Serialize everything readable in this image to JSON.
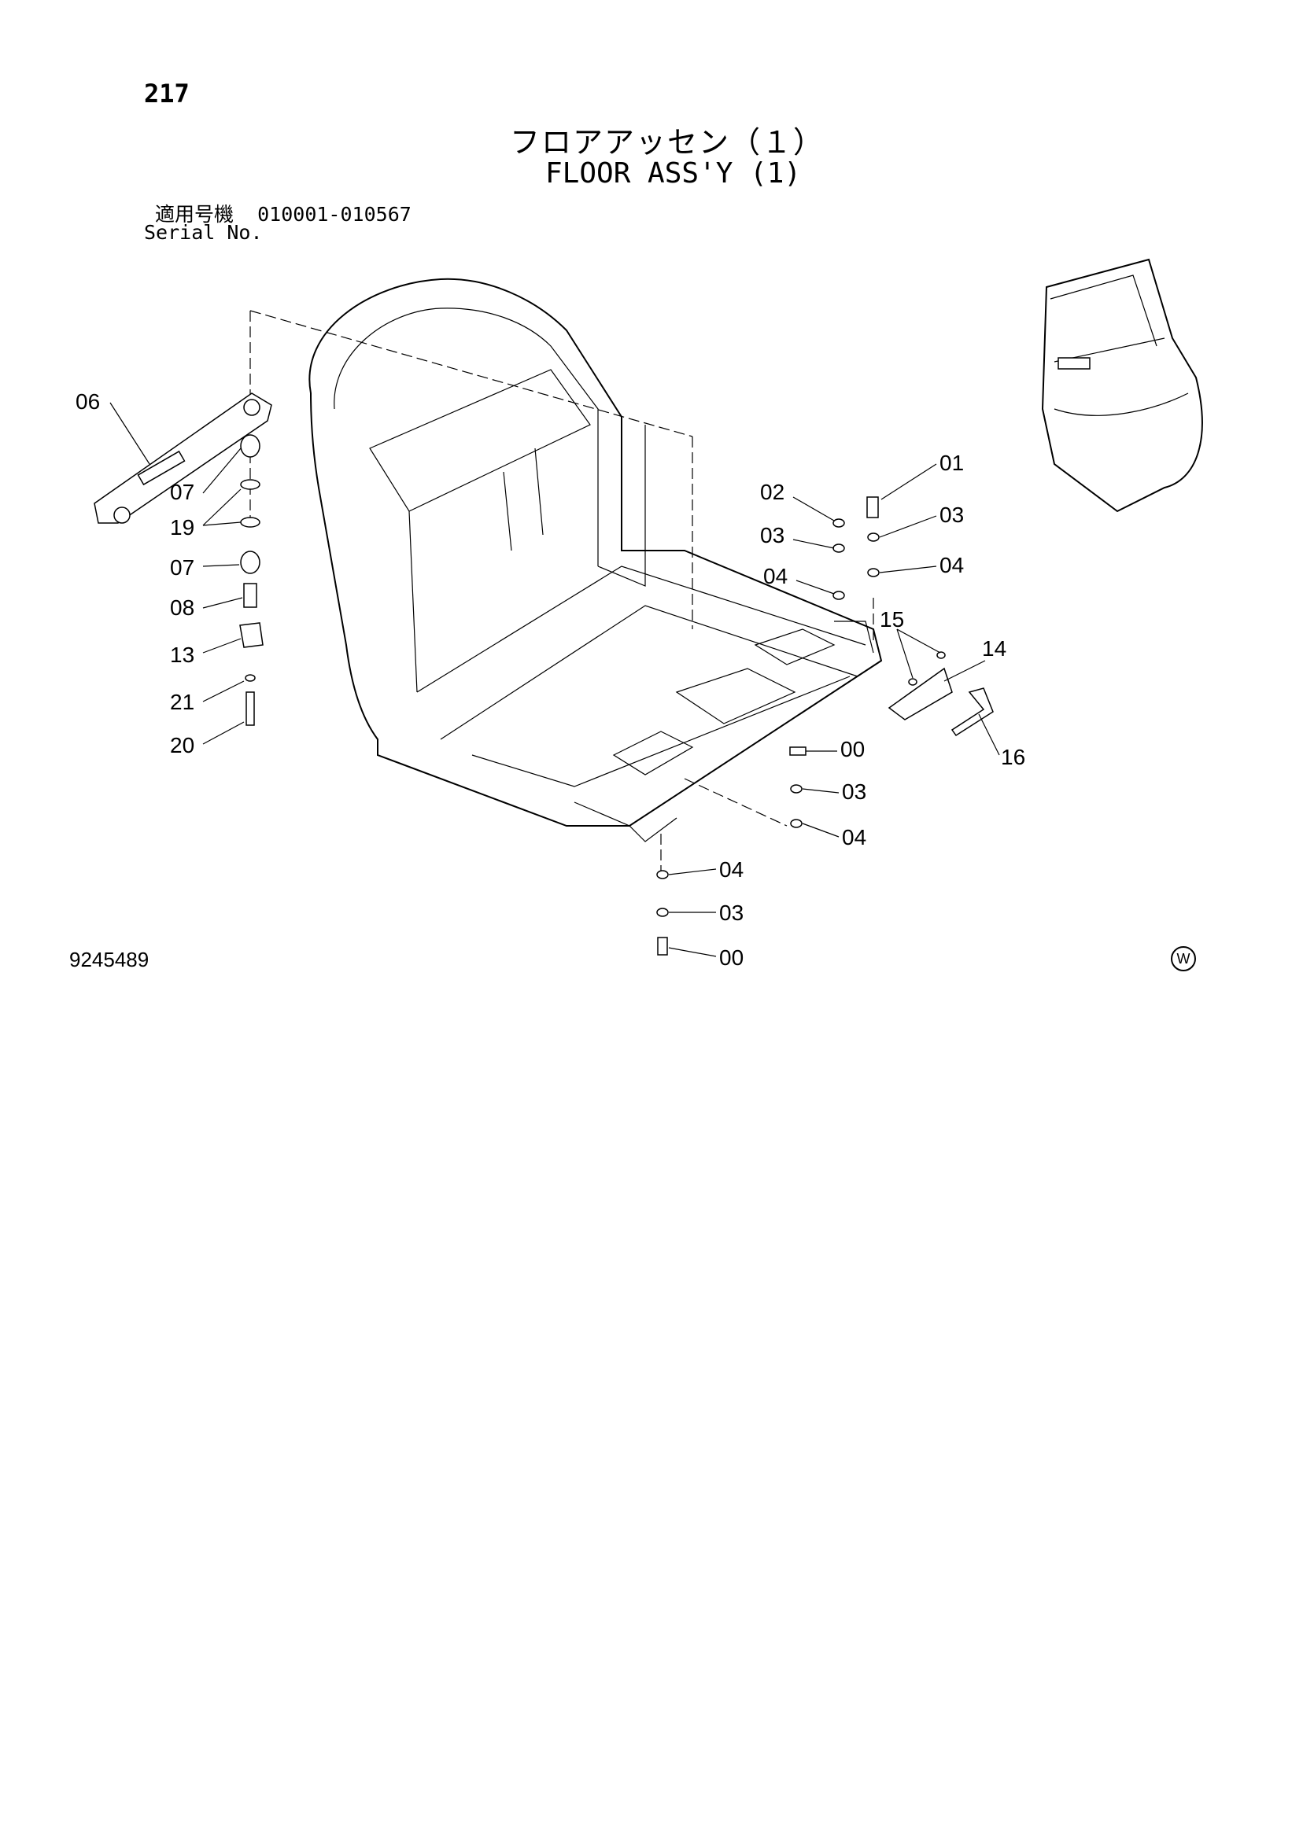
{
  "header": {
    "page_number": "217",
    "title_jp": "フロアアッセン（１）",
    "title_en": "FLOOR ASS'Y (1)",
    "serial_label_jp": "適用号機",
    "serial_range": "010001-010567",
    "serial_label_en": "Serial No."
  },
  "footer": {
    "drawing_number": "9245489",
    "watermark": "W"
  },
  "callouts": [
    {
      "id": "c-06",
      "label": "06"
    },
    {
      "id": "c-07a",
      "label": "07"
    },
    {
      "id": "c-19",
      "label": "19"
    },
    {
      "id": "c-07b",
      "label": "07"
    },
    {
      "id": "c-08",
      "label": "08"
    },
    {
      "id": "c-13",
      "label": "13"
    },
    {
      "id": "c-21",
      "label": "21"
    },
    {
      "id": "c-20",
      "label": "20"
    },
    {
      "id": "c-01",
      "label": "01"
    },
    {
      "id": "c-02",
      "label": "02"
    },
    {
      "id": "c-03a",
      "label": "03"
    },
    {
      "id": "c-03b",
      "label": "03"
    },
    {
      "id": "c-04a",
      "label": "04"
    },
    {
      "id": "c-04b",
      "label": "04"
    },
    {
      "id": "c-15",
      "label": "15"
    },
    {
      "id": "c-14",
      "label": "14"
    },
    {
      "id": "c-16",
      "label": "16"
    },
    {
      "id": "c-00a",
      "label": "00"
    },
    {
      "id": "c-03c",
      "label": "03"
    },
    {
      "id": "c-04c",
      "label": "04"
    },
    {
      "id": "c-04d",
      "label": "04"
    },
    {
      "id": "c-03d",
      "label": "03"
    },
    {
      "id": "c-00b",
      "label": "00"
    }
  ]
}
